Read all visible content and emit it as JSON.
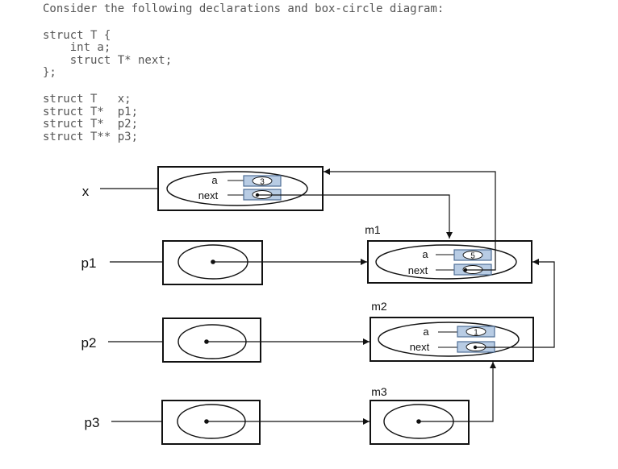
{
  "prompt": "Consider the following declarations and box-circle diagram:",
  "code_struct": [
    "struct T {",
    "    int a;",
    "    struct T* next;",
    "};"
  ],
  "code_vars": [
    "struct T   x;",
    "struct T*  p1;",
    "struct T*  p2;",
    "struct T** p3;"
  ],
  "diagram": {
    "variables": {
      "x": "x",
      "p1": "p1",
      "p2": "p2",
      "p3": "p3"
    },
    "memory": {
      "m1": "m1",
      "m2": "m2",
      "m3": "m3"
    },
    "fields": {
      "a": "a",
      "next": "next"
    },
    "values": {
      "x_a": "3",
      "m1_a": "5",
      "m2_a": "1"
    },
    "field_fill": "#b8cce4",
    "field_stroke": "#4f6f96"
  }
}
